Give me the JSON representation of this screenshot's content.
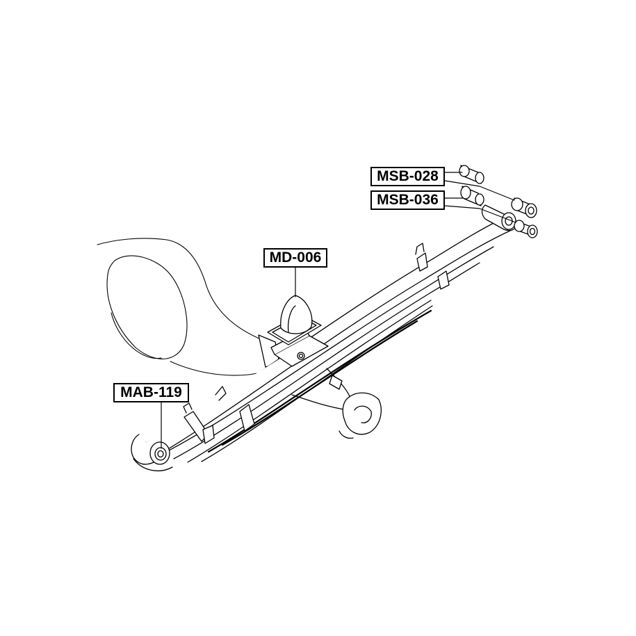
{
  "labels": {
    "msb028": "MSB-028",
    "msb036": "MSB-036",
    "md006": "MD-006",
    "mab119": "MAB-119"
  },
  "colors": {
    "line": "#000000",
    "background": "#ffffff"
  },
  "icons": {
    "leaf_spring": "leaf-spring-drawing",
    "wheel": "wheel-outline",
    "axle": "axle-housing",
    "bump_stop": "bump-stop",
    "bushing": "bushing"
  }
}
